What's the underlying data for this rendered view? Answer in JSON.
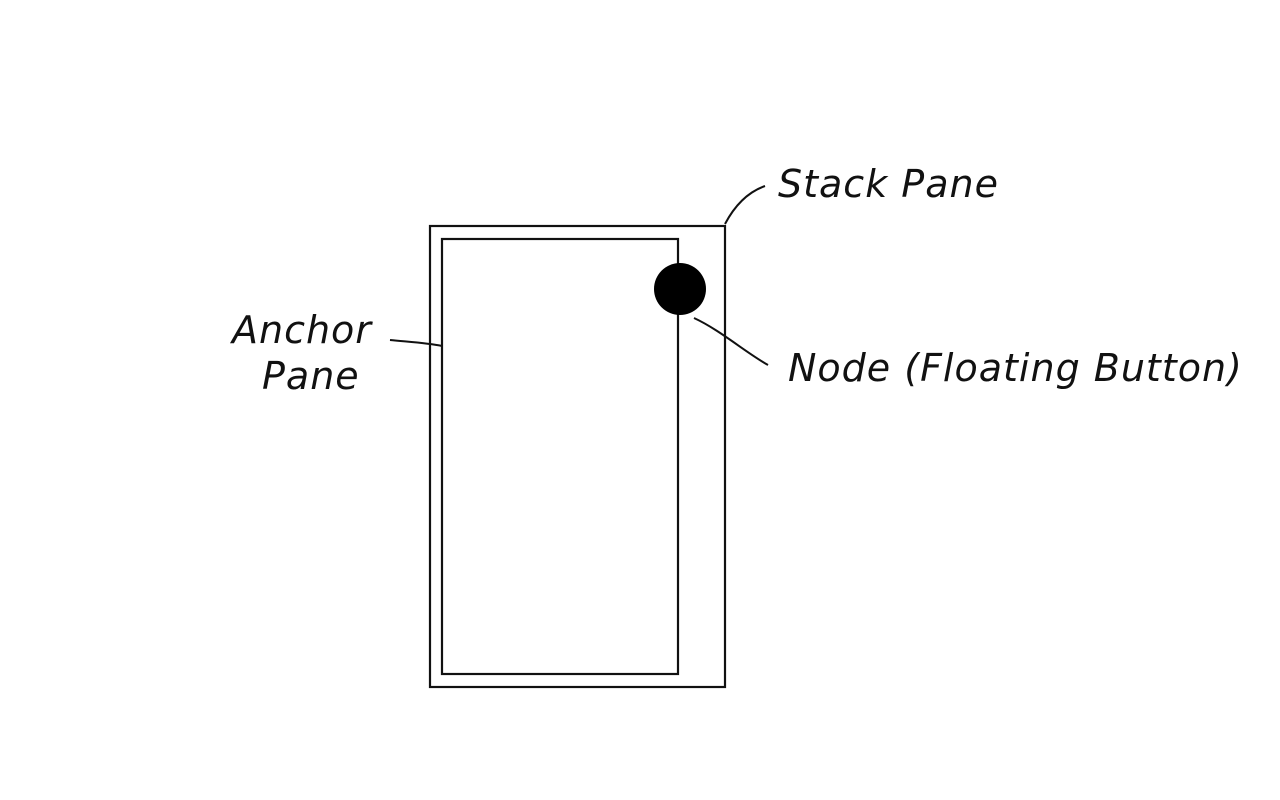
{
  "diagram": {
    "labels": {
      "stack_pane": "Stack Pane",
      "anchor_pane_line1": "Anchor",
      "anchor_pane_line2": "Pane",
      "node": "Node (Floating Button)"
    }
  }
}
